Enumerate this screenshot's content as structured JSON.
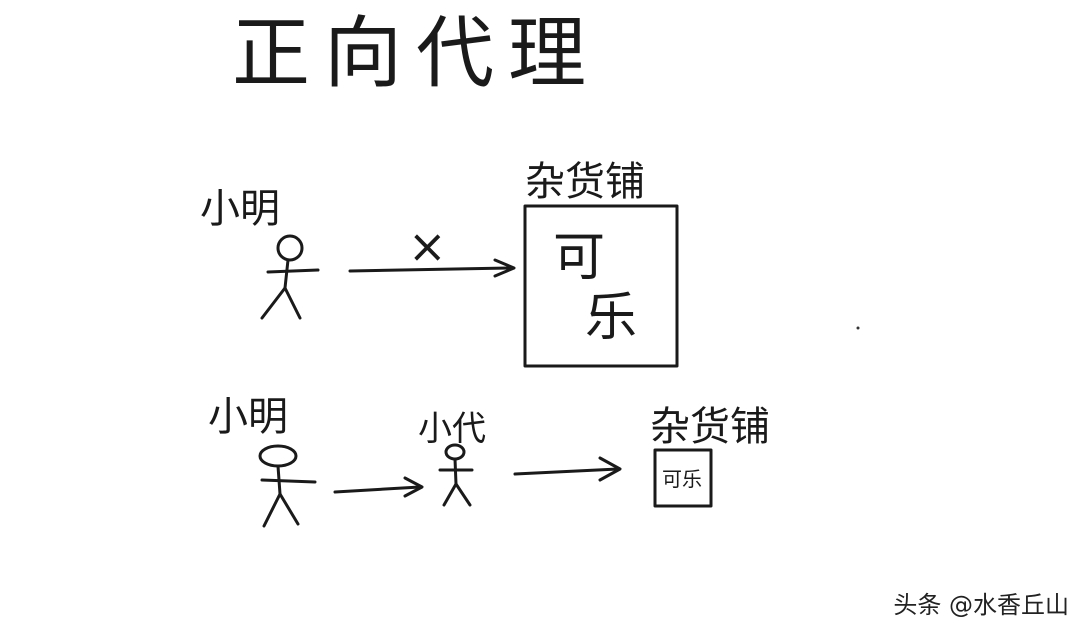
{
  "title": "正向代理",
  "top_row": {
    "person_label": "小明",
    "shop_label": "杂货铺",
    "blocked_mark": "×",
    "product": [
      "可",
      "乐"
    ]
  },
  "bottom_row": {
    "person_label": "小明",
    "proxy_label": "小代",
    "shop_label": "杂货铺",
    "product": "可乐"
  },
  "watermark": "头条 @水香丘山"
}
